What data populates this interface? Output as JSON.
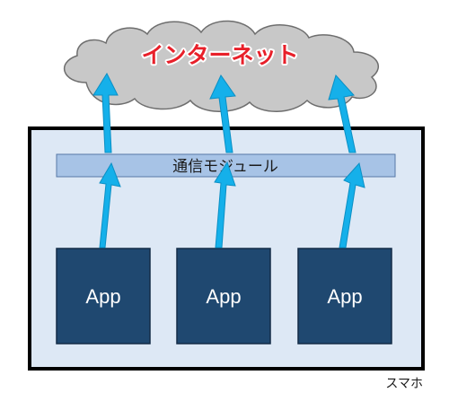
{
  "cloud": {
    "label": "インターネット"
  },
  "module": {
    "label": "通信モジュール"
  },
  "apps": [
    {
      "label": "App"
    },
    {
      "label": "App"
    },
    {
      "label": "App"
    }
  ],
  "phone": {
    "label": "スマホ"
  },
  "colors": {
    "cloud_fill": "#c8c8c8",
    "cloud_stroke": "#6e6e6e",
    "phone_fill": "#dde8f5",
    "phone_stroke": "#000000",
    "module_fill": "#a7c3e6",
    "module_stroke": "#5778a6",
    "app_fill": "#1f4870",
    "app_stroke": "#132b47",
    "arrow_fill": "#15b0ea",
    "label_red": "#e8202a"
  }
}
